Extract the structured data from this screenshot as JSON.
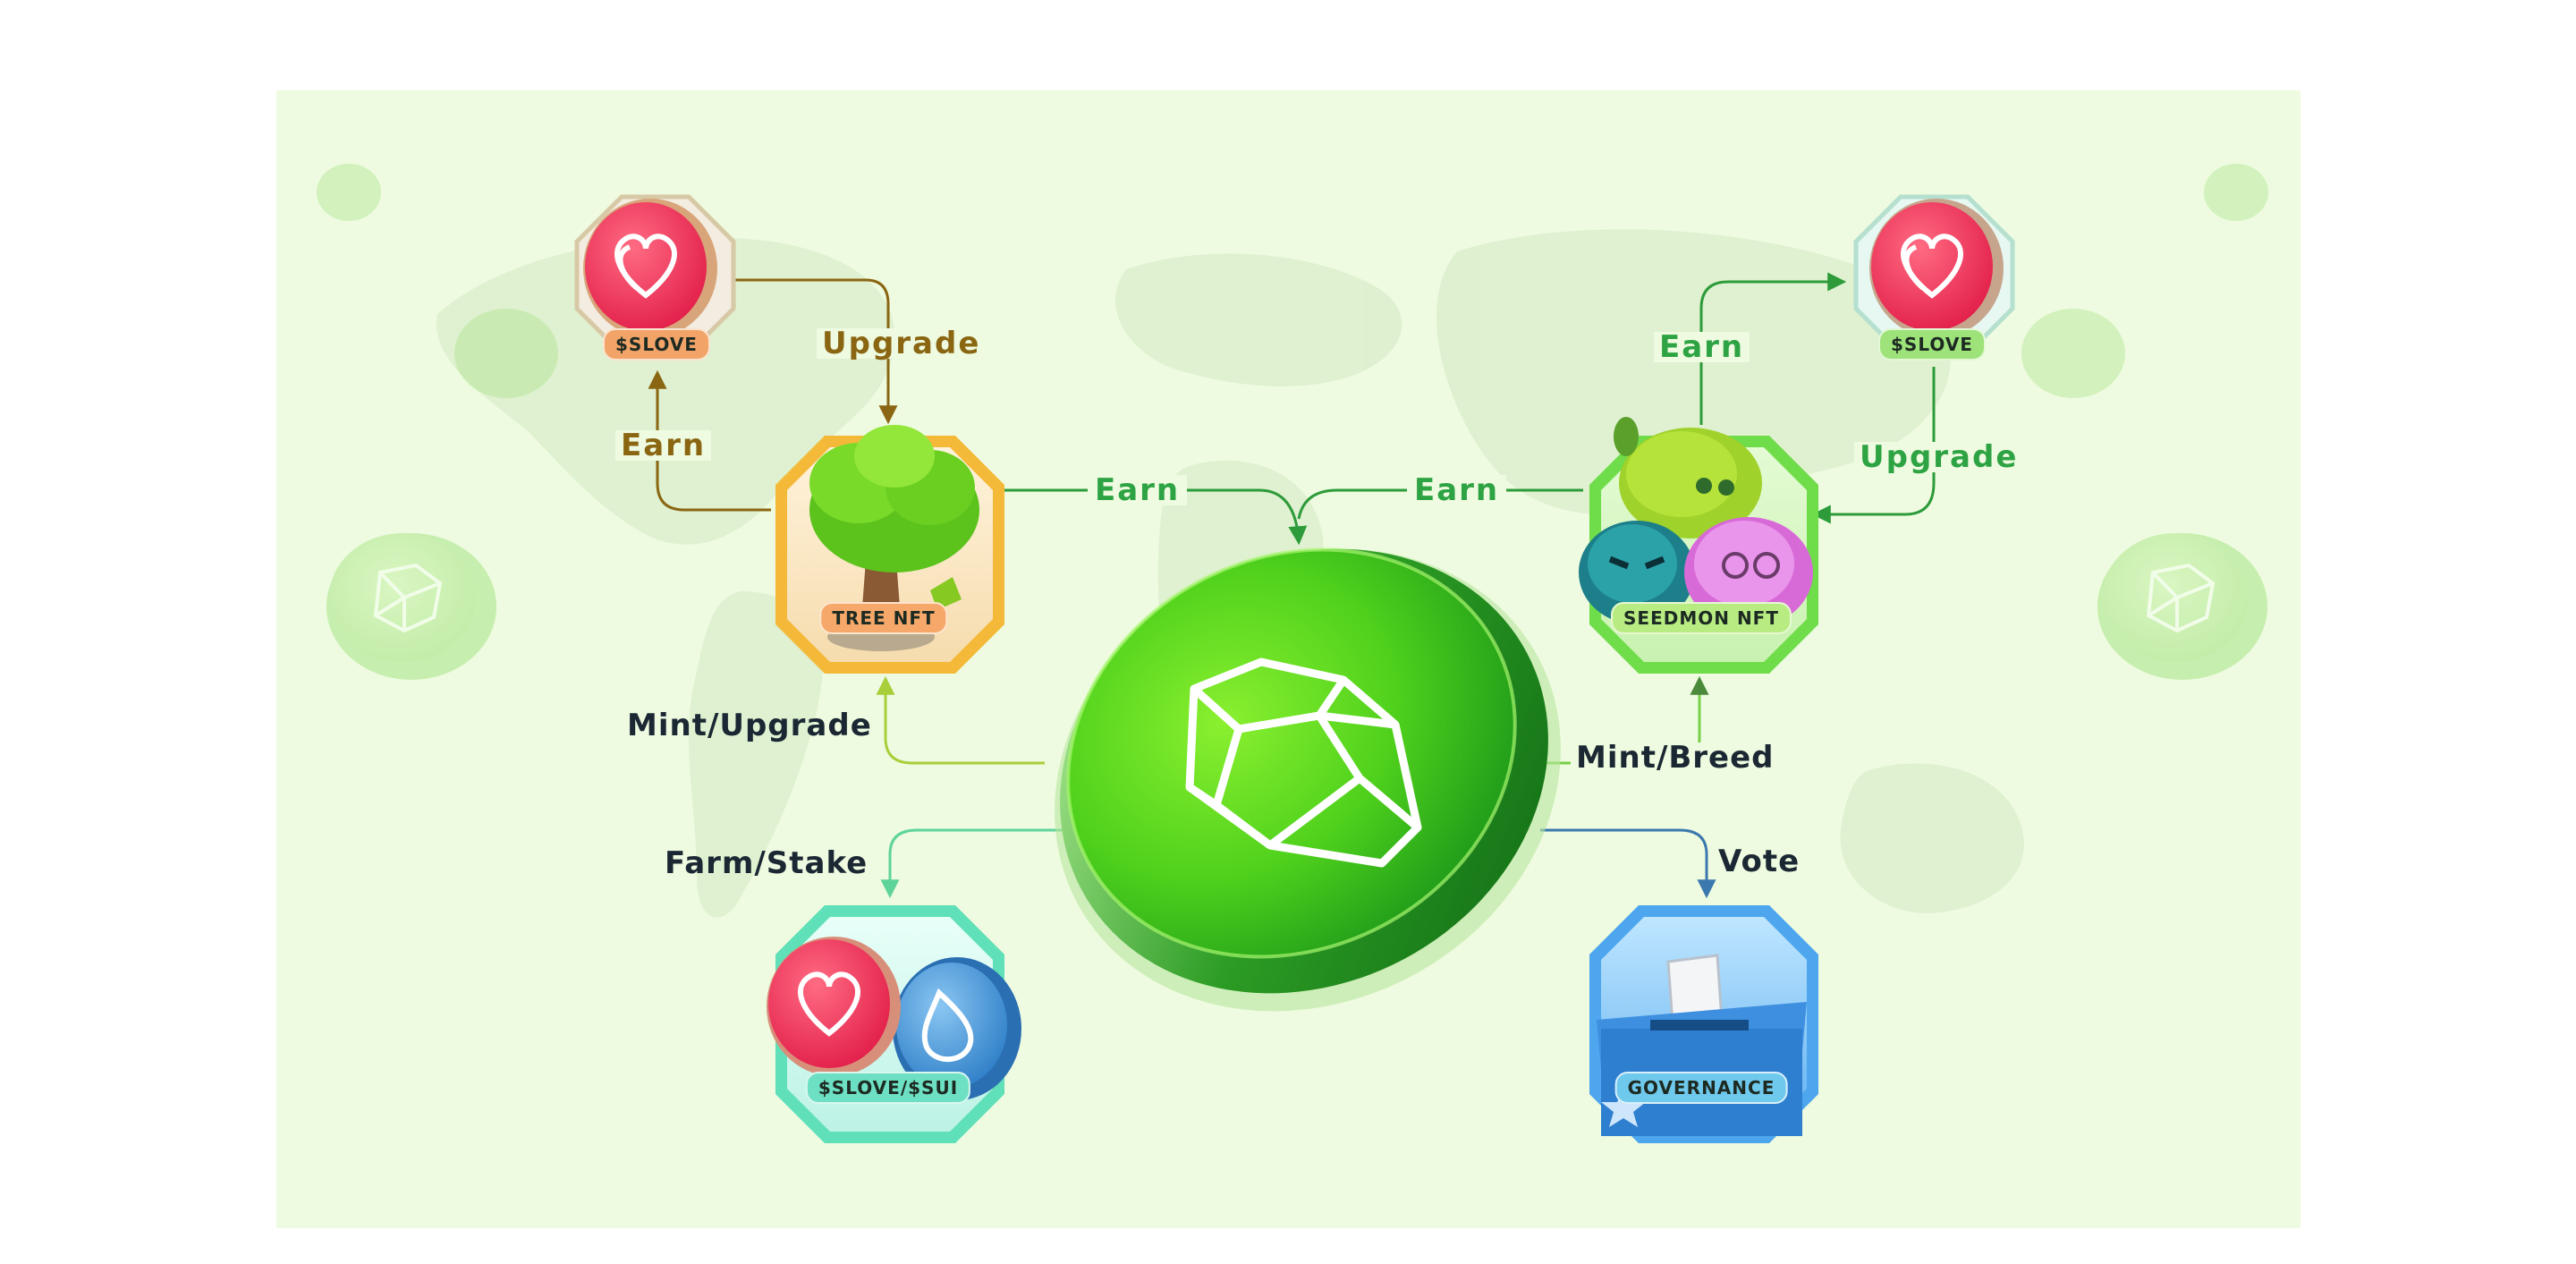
{
  "nodes": {
    "slove_left": {
      "badge": "$SLOVE"
    },
    "slove_right": {
      "badge": "$SLOVE"
    },
    "tree": {
      "badge": "TREE NFT"
    },
    "seedmon": {
      "badge": "SEEDMON NFT"
    },
    "pool": {
      "badge": "$SLOVE/$SUI"
    },
    "governance": {
      "badge": "GOVERNANCE"
    }
  },
  "edges": {
    "left_upgrade": "Upgrade",
    "left_earn": "Earn",
    "tree_earn": "Earn",
    "seedmon_earn": "Earn",
    "right_earn": "Earn",
    "right_upgrade": "Upgrade",
    "mint_upgrade": "Mint/Upgrade",
    "mint_breed": "Mint/Breed",
    "farm_stake": "Farm/Stake",
    "vote": "Vote"
  },
  "colors": {
    "background": "#eefbe0",
    "brand_green": "#3fcf20",
    "earn_green": "#2ea343",
    "upgrade_brown": "#8a6612",
    "slove_pink": "#f0365a",
    "sui_blue": "#3f8ed6"
  }
}
